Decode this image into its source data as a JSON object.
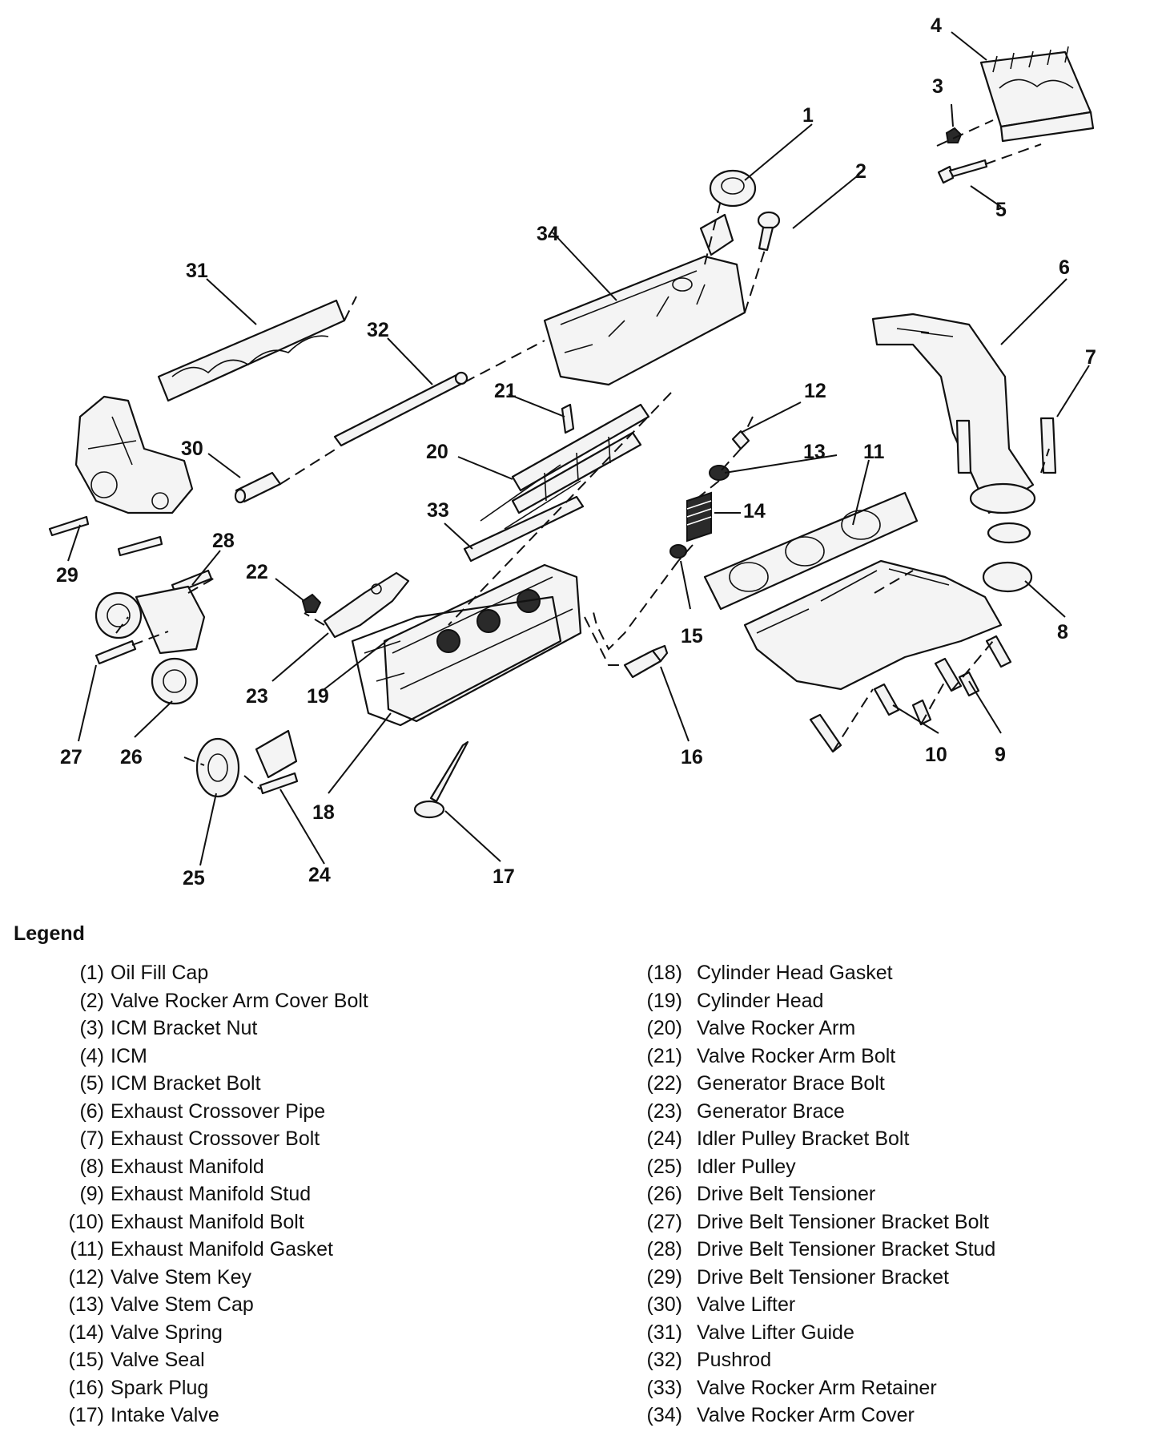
{
  "legend": {
    "title": "Legend",
    "left": [
      {
        "num": "(1)",
        "label": "Oil Fill Cap"
      },
      {
        "num": "(2)",
        "label": "Valve Rocker Arm Cover Bolt"
      },
      {
        "num": "(3)",
        "label": "ICM Bracket Nut"
      },
      {
        "num": "(4)",
        "label": "ICM"
      },
      {
        "num": "(5)",
        "label": "ICM Bracket Bolt"
      },
      {
        "num": "(6)",
        "label": "Exhaust Crossover Pipe"
      },
      {
        "num": "(7)",
        "label": "Exhaust Crossover Bolt"
      },
      {
        "num": "(8)",
        "label": "Exhaust Manifold"
      },
      {
        "num": "(9)",
        "label": "Exhaust Manifold Stud"
      },
      {
        "num": "(10)",
        "label": "Exhaust Manifold Bolt"
      },
      {
        "num": "(11)",
        "label": "Exhaust Manifold Gasket"
      },
      {
        "num": "(12)",
        "label": "Valve Stem Key"
      },
      {
        "num": "(13)",
        "label": "Valve Stem Cap"
      },
      {
        "num": "(14)",
        "label": "Valve Spring"
      },
      {
        "num": "(15)",
        "label": "Valve Seal"
      },
      {
        "num": "(16)",
        "label": "Spark Plug"
      },
      {
        "num": "(17)",
        "label": "Intake Valve"
      }
    ],
    "right": [
      {
        "num": "(18)",
        "label": "Cylinder Head Gasket"
      },
      {
        "num": "(19)",
        "label": "Cylinder Head"
      },
      {
        "num": "(20)",
        "label": "Valve Rocker Arm"
      },
      {
        "num": "(21)",
        "label": "Valve Rocker Arm Bolt"
      },
      {
        "num": "(22)",
        "label": "Generator Brace Bolt"
      },
      {
        "num": "(23)",
        "label": "Generator Brace"
      },
      {
        "num": "(24)",
        "label": "Idler Pulley Bracket Bolt"
      },
      {
        "num": "(25)",
        "label": "Idler Pulley"
      },
      {
        "num": "(26)",
        "label": "Drive Belt Tensioner"
      },
      {
        "num": "(27)",
        "label": "Drive Belt Tensioner Bracket Bolt"
      },
      {
        "num": "(28)",
        "label": "Drive Belt Tensioner Bracket Stud"
      },
      {
        "num": "(29)",
        "label": "Drive Belt Tensioner Bracket"
      },
      {
        "num": "(30)",
        "label": "Valve Lifter"
      },
      {
        "num": "(31)",
        "label": "Valve Lifter Guide"
      },
      {
        "num": "(32)",
        "label": "Pushrod"
      },
      {
        "num": "(33)",
        "label": "Valve Rocker Arm Retainer"
      },
      {
        "num": "(34)",
        "label": "Valve Rocker Arm Cover"
      }
    ]
  },
  "callouts": {
    "n1": "1",
    "n2": "2",
    "n3": "3",
    "n4": "4",
    "n5": "5",
    "n6": "6",
    "n7": "7",
    "n8": "8",
    "n9": "9",
    "n10": "10",
    "n11": "11",
    "n12": "12",
    "n13": "13",
    "n14": "14",
    "n15": "15",
    "n16": "16",
    "n17": "17",
    "n18": "18",
    "n19": "19",
    "n20": "20",
    "n21": "21",
    "n22": "22",
    "n23": "23",
    "n24": "24",
    "n25": "25",
    "n26": "26",
    "n27": "27",
    "n28": "28",
    "n29": "29",
    "n30": "30",
    "n31": "31",
    "n32": "32",
    "n33": "33",
    "n34": "34"
  }
}
